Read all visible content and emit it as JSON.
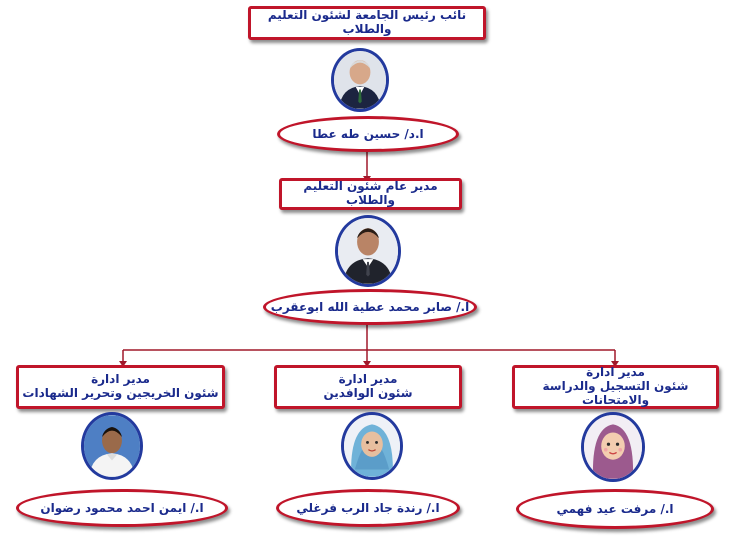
{
  "top": {
    "title": "نائب رئيس الجامعة لشئون التعليم والطلاب",
    "person_name": "ا.د/ حسين طه عطا",
    "photo_icon": "man-portrait-icon"
  },
  "middle": {
    "title": "مدير عام شئون التعليم والطلاب",
    "person_name": "ا./ صابر محمد عطية الله ابوعقرب",
    "photo_icon": "man-portrait-icon"
  },
  "departments": [
    {
      "title_line1": "مدير ادارة",
      "title_line2": "شئون التسجيل والدراسة والامتحانات",
      "person_name": "ا./ مرفت عيد فهمي",
      "photo_icon": "woman-hijab-cartoon-icon"
    },
    {
      "title_line1": "مدير ادارة",
      "title_line2": "شئون الوافدين",
      "person_name": "ا./ رندة جاد الرب فرغلي",
      "photo_icon": "woman-hijab-portrait-icon"
    },
    {
      "title_line1": "مدير ادارة",
      "title_line2": "شئون الخريجين وتحرير الشهادات",
      "person_name": "ا./ ايمن احمد محمود رضوان",
      "photo_icon": "man-portrait-icon"
    }
  ],
  "colors": {
    "border": "#c0152a",
    "text": "#1a2a8c",
    "connector": "#a0182a",
    "photo_ring": "#233a9e"
  }
}
